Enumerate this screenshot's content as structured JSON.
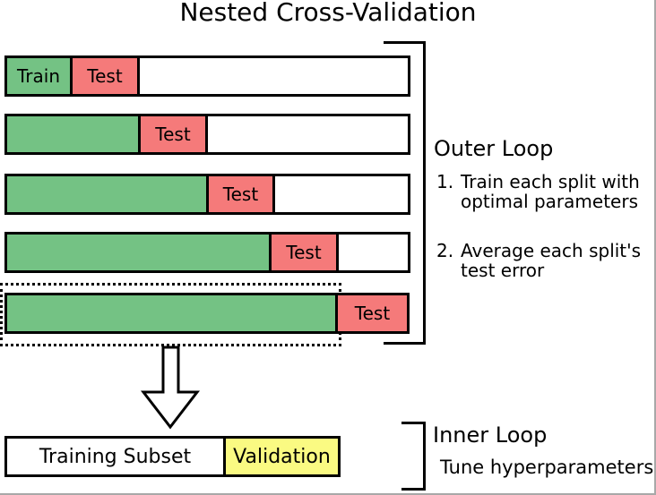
{
  "title": "Nested Cross-Validation",
  "colors": {
    "train_green": "#74c284",
    "test_red": "#f57a7a",
    "validation_yellow": "#fafa82",
    "frame_gray": "#a8a8a8",
    "line_black": "#000000"
  },
  "outer": {
    "heading": "Outer Loop",
    "steps": [
      {
        "num": "1.",
        "text": "Train each split with optimal parameters"
      },
      {
        "num": "2.",
        "text": "Average each split's test error"
      }
    ],
    "rows": [
      {
        "train_label": "Train",
        "test_label": "Test"
      },
      {
        "train_label": "",
        "test_label": "Test"
      },
      {
        "train_label": "",
        "test_label": "Test"
      },
      {
        "train_label": "",
        "test_label": "Test"
      },
      {
        "train_label": "",
        "test_label": "Test"
      }
    ]
  },
  "inner": {
    "heading": "Inner Loop",
    "note": "Tune hyperparameters",
    "bar": {
      "subset_label": "Training Subset",
      "validation_label": "Validation"
    }
  }
}
